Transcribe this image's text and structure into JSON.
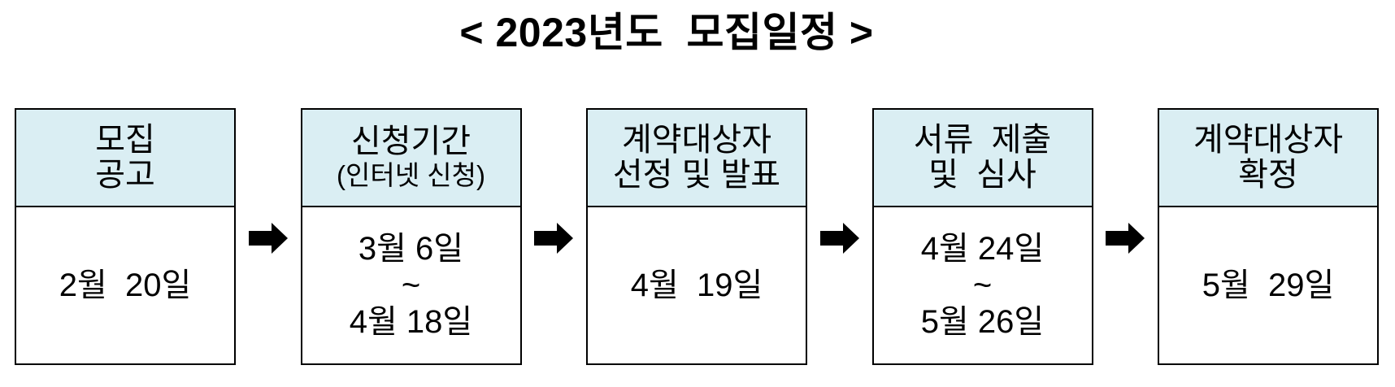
{
  "title": "< 2023년도  모집일정 >",
  "colors": {
    "header_bg": "#daeef3",
    "border": "#000000",
    "arrow": "#000000",
    "text": "#000000"
  },
  "icons": {
    "between_steps": "right-arrow-icon"
  },
  "steps": [
    {
      "header_line1": "모집",
      "header_line2": "공고",
      "body": "2월  20일"
    },
    {
      "header_line1": "신청기간",
      "header_line2": "(인터넷 신청)",
      "body": "3월 6일\n~\n4월 18일"
    },
    {
      "header_line1": "계약대상자",
      "header_line2": "선정 및 발표",
      "body": "4월  19일"
    },
    {
      "header_line1": "서류  제출",
      "header_line2": "및  심사",
      "body": "4월 24일\n~\n5월 26일"
    },
    {
      "header_line1": "계약대상자",
      "header_line2": "확정",
      "body": "5월  29일"
    }
  ]
}
